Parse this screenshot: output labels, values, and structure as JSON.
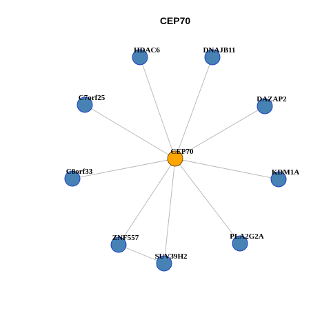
{
  "graph": {
    "title": "CEP70",
    "colors": {
      "center_node_fill": "#FFA500",
      "center_node_stroke": "#7A4A00",
      "node_fill": "#4682B4",
      "node_stroke": "#1F3FC2",
      "edge": "#B3B3B3",
      "label": "#000000"
    },
    "center": {
      "id": "CEP70",
      "label": "CEP70"
    },
    "nodes": [
      {
        "id": "HDAC6",
        "label": "HDAC6"
      },
      {
        "id": "DNAJB11",
        "label": "DNAJB11"
      },
      {
        "id": "C7orf25",
        "label": "C7orf25"
      },
      {
        "id": "DAZAP2",
        "label": "DAZAP2"
      },
      {
        "id": "C8orf33",
        "label": "C8orf33"
      },
      {
        "id": "KDM1A",
        "label": "KDM1A"
      },
      {
        "id": "ZNF557",
        "label": "ZNF557"
      },
      {
        "id": "PLA2G2A",
        "label": "PLA2G2A"
      },
      {
        "id": "SUV39H2",
        "label": "SUV39H2"
      }
    ],
    "edges": [
      [
        "CEP70",
        "HDAC6"
      ],
      [
        "CEP70",
        "DNAJB11"
      ],
      [
        "CEP70",
        "C7orf25"
      ],
      [
        "CEP70",
        "DAZAP2"
      ],
      [
        "CEP70",
        "C8orf33"
      ],
      [
        "CEP70",
        "KDM1A"
      ],
      [
        "CEP70",
        "ZNF557"
      ],
      [
        "CEP70",
        "PLA2G2A"
      ],
      [
        "CEP70",
        "SUV39H2"
      ],
      [
        "ZNF557",
        "SUV39H2"
      ]
    ]
  }
}
